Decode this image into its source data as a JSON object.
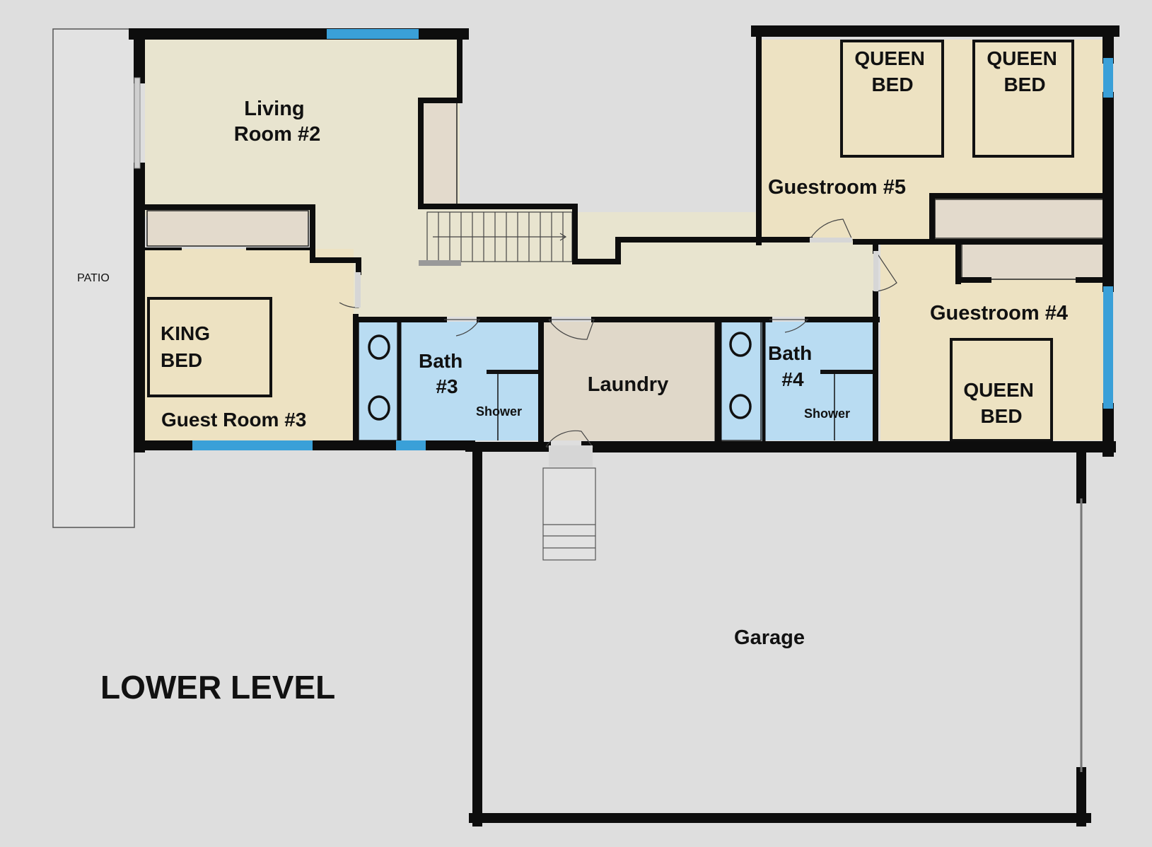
{
  "plan": {
    "title": "LOWER LEVEL",
    "rooms": {
      "living_room": [
        "Living",
        "Room #2"
      ],
      "guest_room_3": "Guest Room #3",
      "guestroom_5": "Guestroom #5",
      "guestroom_4": "Guestroom #4",
      "bath_3": [
        "Bath",
        "#3"
      ],
      "bath_4": [
        "Bath",
        "#4"
      ],
      "laundry": "Laundry",
      "garage": "Garage",
      "patio": "PATIO"
    },
    "beds": {
      "king": [
        "KING",
        "BED"
      ],
      "queen_a": [
        "QUEEN",
        "BED"
      ],
      "queen_b": [
        "QUEEN",
        "BED"
      ],
      "queen_c": [
        "QUEEN",
        "BED"
      ]
    },
    "shower_3": "Shower",
    "shower_4": "Shower"
  },
  "colors": {
    "background": "#dedede",
    "wall": "#0d0d0d",
    "living_floor": "#e8e4cf",
    "bedroom_floor": "#ede2c2",
    "bath_floor": "#b9dcf2",
    "laundry_floor": "#e0d8c9",
    "closet": "#e3dacc",
    "window": "#3aa0d8",
    "garage_floor": "#dedede"
  }
}
